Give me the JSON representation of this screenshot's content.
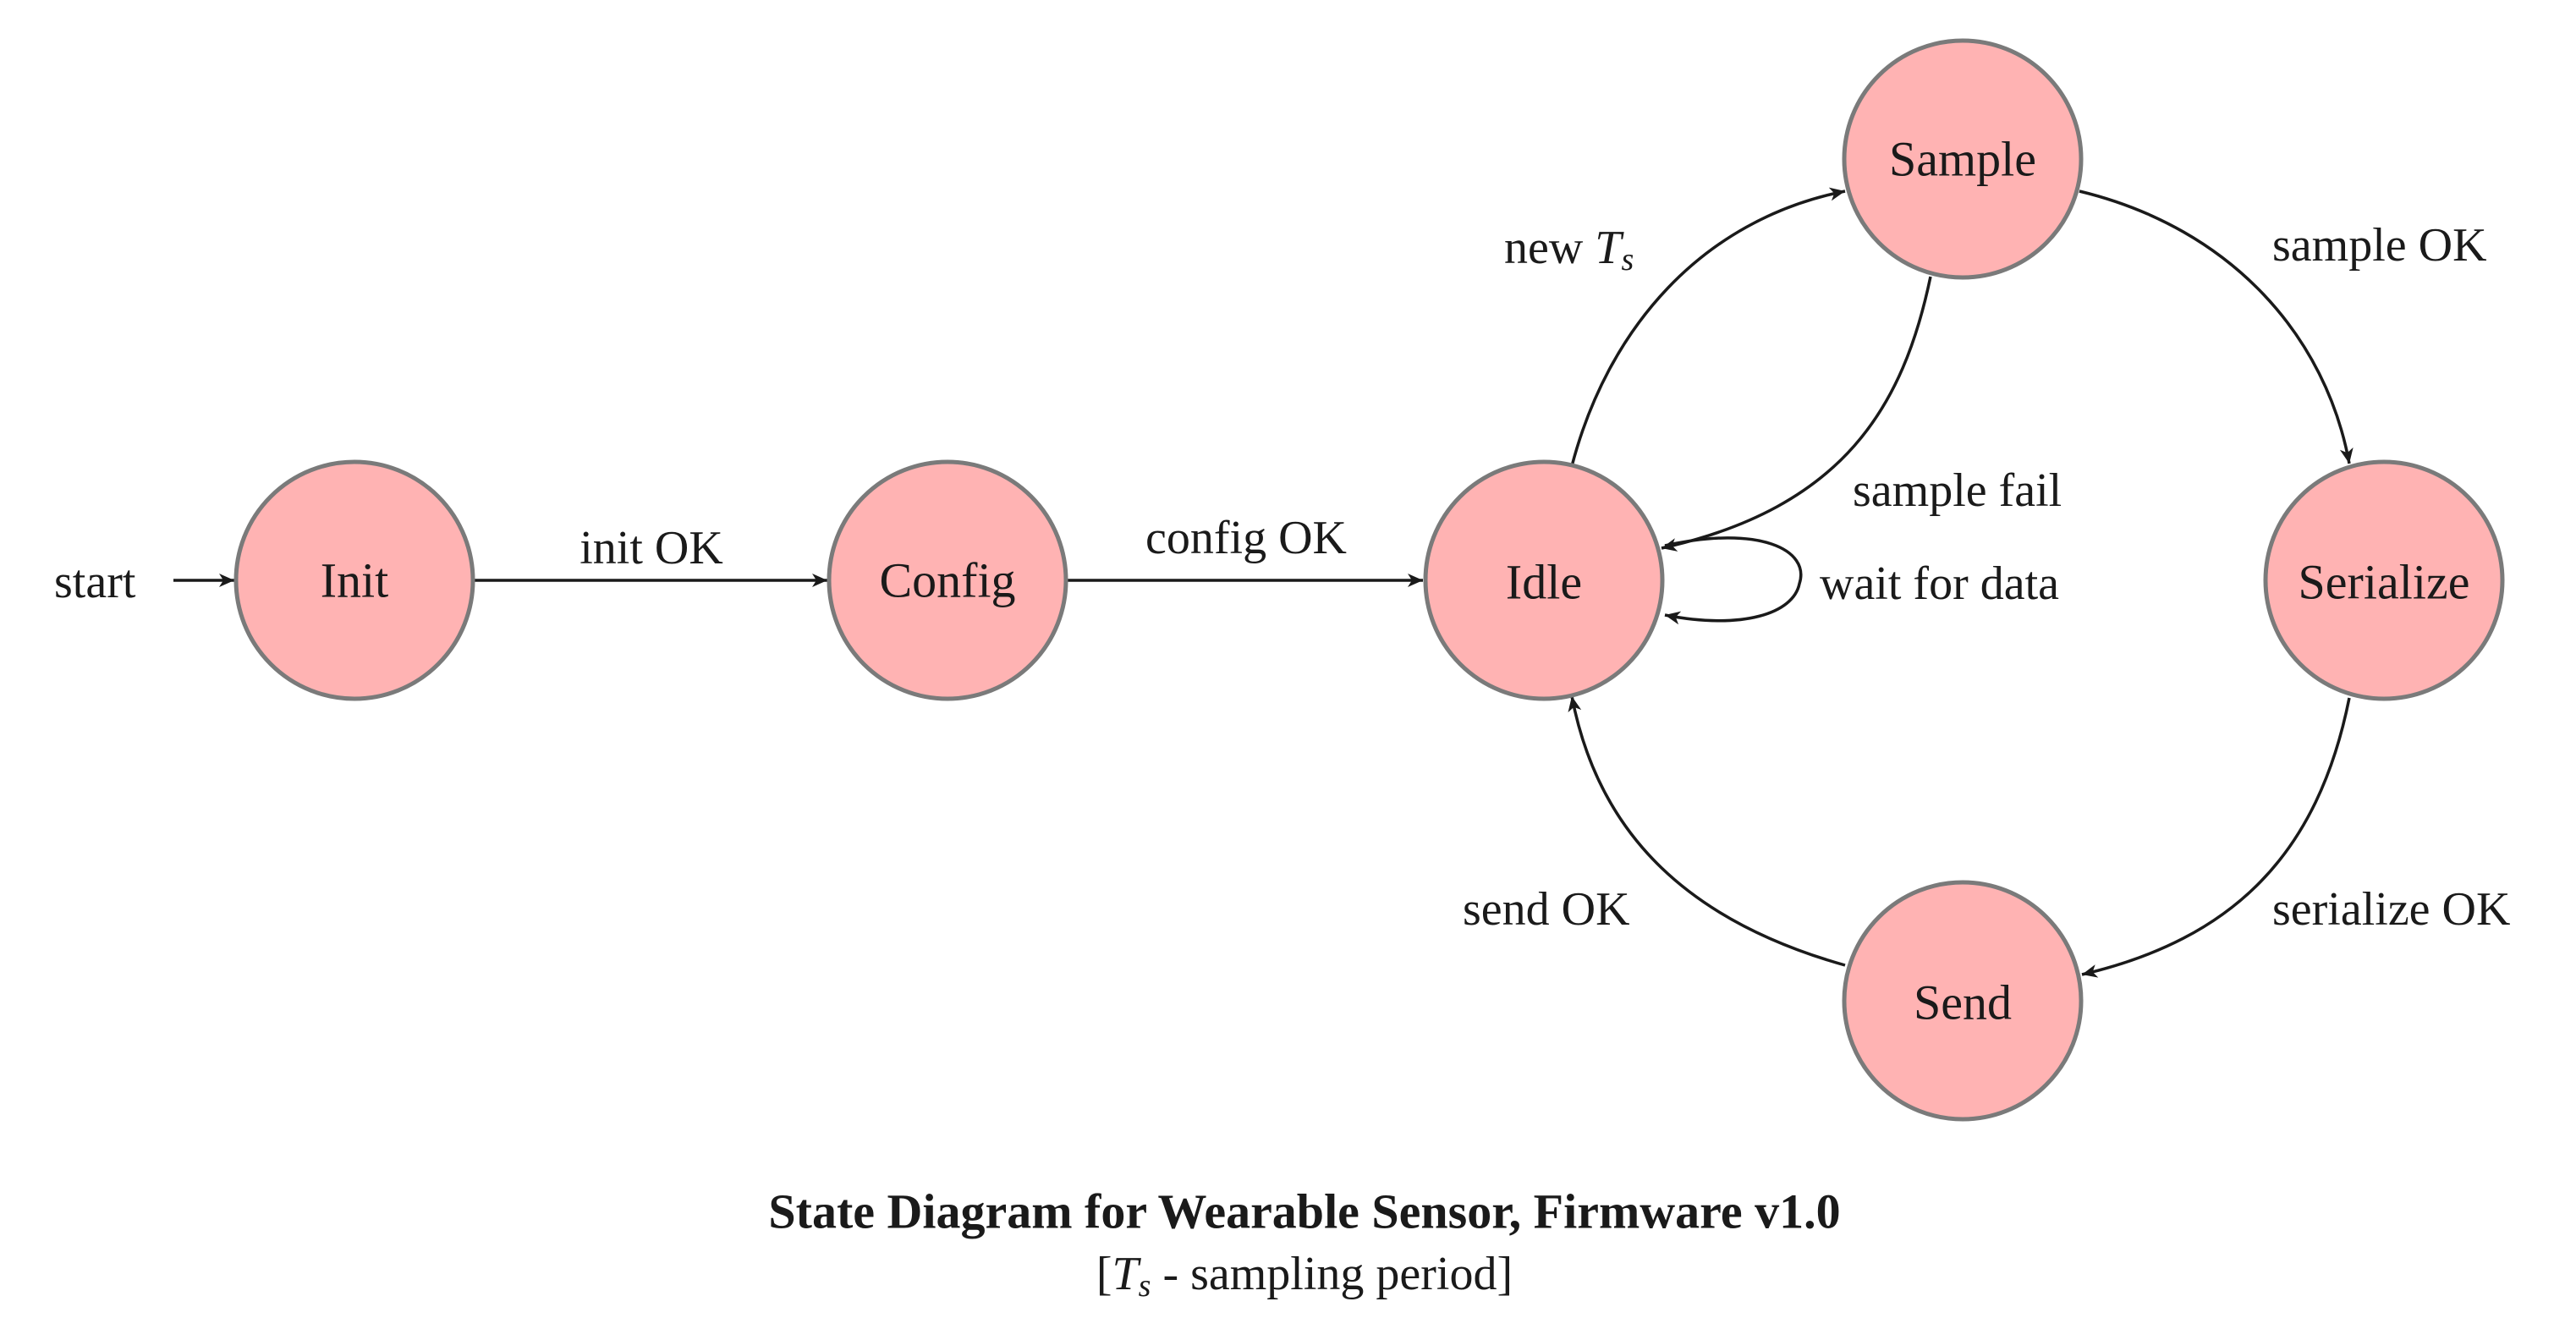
{
  "diagram": {
    "colors": {
      "node_fill": "#ffb3b3",
      "node_stroke": "#7a7a7a",
      "edge": "#1a1a1a",
      "text": "#1a1a1a"
    },
    "start_label": "start",
    "nodes": {
      "init": "Init",
      "config": "Config",
      "idle": "Idle",
      "sample": "Sample",
      "serialize": "Serialize",
      "send": "Send"
    },
    "edges": {
      "init_ok": "init OK",
      "config_ok": "config OK",
      "new_ts_prefix": "new ",
      "new_ts_var": "T",
      "new_ts_sub": "s",
      "sample_ok": "sample OK",
      "sample_fail": "sample fail",
      "wait_for_data": "wait for data",
      "serialize_ok": "serialize OK",
      "send_ok": "send OK"
    }
  },
  "caption": {
    "title": "State Diagram for Wearable Sensor, Firmware v1.0",
    "sub_open": "[",
    "sub_var": "T",
    "sub_subscript": "s",
    "sub_rest": " - sampling period]"
  }
}
